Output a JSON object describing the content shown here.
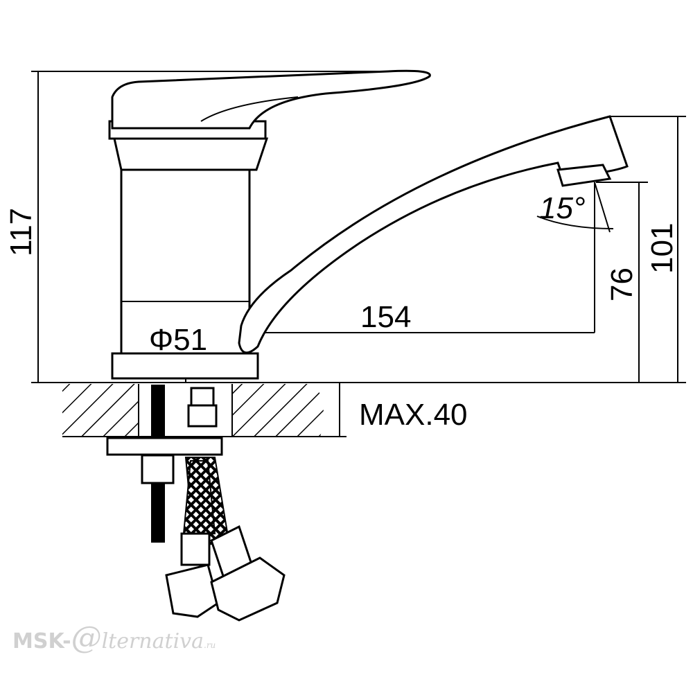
{
  "dimensions": {
    "overall_height": "117",
    "spout_height": "101",
    "outlet_height": "76",
    "spout_reach": "154",
    "base_diameter": "Φ51",
    "outlet_angle": "15°",
    "max_counter_thickness": "MAX.40"
  },
  "watermark": {
    "prefix": "MSK-",
    "at": "@",
    "suffix": "lternativa",
    "tld": ".ru"
  }
}
